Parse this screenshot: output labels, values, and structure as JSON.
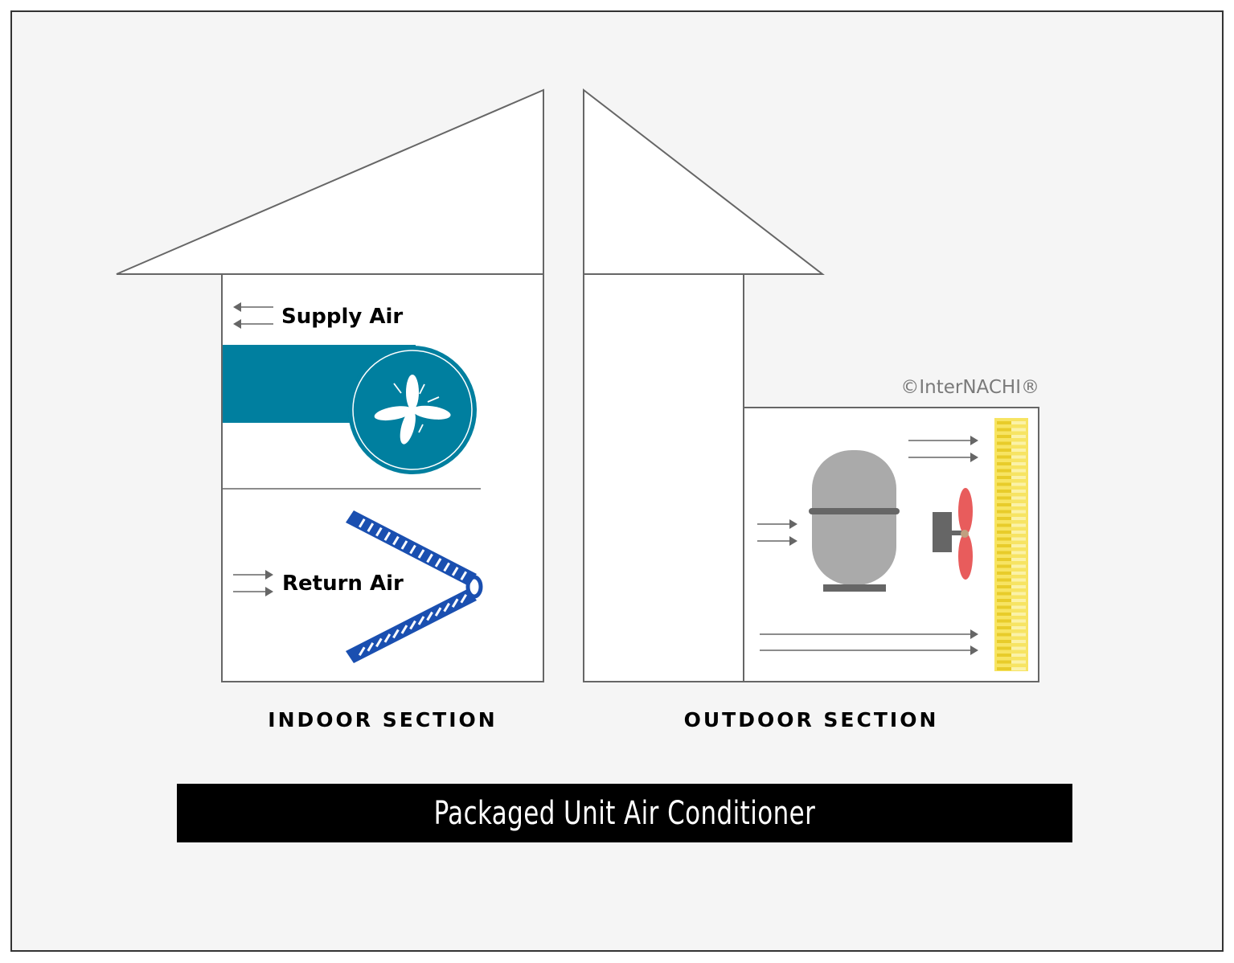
{
  "labels": {
    "supply_air": "Supply Air",
    "return_air": "Return Air",
    "indoor_section": "INDOOR SECTION",
    "outdoor_section": "OUTDOOR SECTION",
    "watermark": "©InterNACHI®"
  },
  "title": "Packaged Unit Air Conditioner",
  "icons": [
    "arrow-left-icon",
    "arrow-right-icon",
    "blower-fan-icon",
    "evaporator-coil-icon",
    "compressor-icon",
    "condenser-fan-icon",
    "condenser-coil-icon"
  ],
  "colors": {
    "background": "#f5f5f5",
    "outline": "#666666",
    "blower": "#007f9f",
    "evaporator": "#1a4fb0",
    "compressor": "#aaaaaa",
    "condenser_fan": "#e85c5c",
    "condenser_coil": "#f7e463"
  }
}
